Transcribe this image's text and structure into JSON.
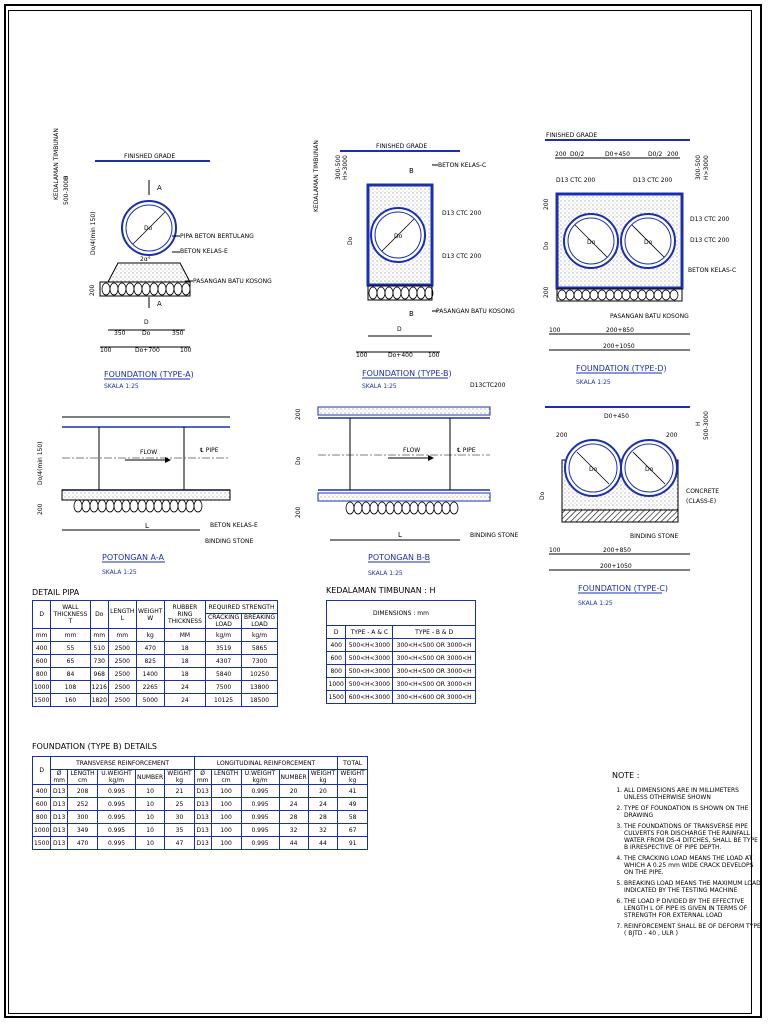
{
  "drawing": {
    "labels": {
      "finished_grade": "FINISHED GRADE",
      "kedalaman_timbunan": "KEDALAMAN TIMBUNAN",
      "h": "H",
      "h_range_a": "500-3000",
      "h_range_b1": "300-500",
      "h_range_b2": "H>3000",
      "do": "Do",
      "do_min": "Do/4(min 150)",
      "pipa_beton": "PIPA BETON BERTULANG",
      "beton_kelas_e": "BETON KELAS-E",
      "beton_kelas_c": "BETON KELAS-C",
      "pasangan": "PASANGAN BATU KOSONG",
      "d13_ctc": "D13 CTC 200",
      "d13_ctc_short": "D13CTC200",
      "flow": "FLOW",
      "pipe": "℄ PIPE",
      "l": "L",
      "binding": "BINDING STONE",
      "concrete": "CONCRETE",
      "class_e": "(CLASS-E)",
      "section_a": "A",
      "section_b": "B",
      "angle": "2α°",
      "d": "D",
      "dim_350": "350",
      "dim_100": "100",
      "dim_200": "200",
      "dim_do700": "Do+700",
      "dim_do400": "Do+400",
      "dim_do450": "D0+450",
      "dim_200_850": "200+850",
      "dim_200_1050": "200+1050",
      "dim_00_2": "D0/2"
    },
    "titles": {
      "type_a": "FOUNDATION (TYPE-A)",
      "type_b": "FOUNDATION (TYPE-B)",
      "type_d": "FOUNDATION (TYPE-D)",
      "type_c": "FOUNDATION (TYPE-C)",
      "pot_a": "POTONGAN A-A",
      "pot_b": "POTONGAN B-B",
      "skala": "SKALA 1:25"
    }
  },
  "detail_pipa": {
    "title": "DETAIL PIPA",
    "headers": [
      "D",
      "WALL THICKNESS T",
      "Do",
      "LENGTH L",
      "WEIGHT W",
      "RUBBER RING THICKNESS",
      "REQUIRED STRENGTH"
    ],
    "sub_headers": [
      "CRACKING LOAD",
      "BREAKING LOAD"
    ],
    "units": [
      "mm",
      "mm",
      "mm",
      "mm",
      "kg",
      "MM",
      "kg/m",
      "kg/m"
    ],
    "rows": [
      [
        "400",
        "55",
        "510",
        "2500",
        "470",
        "18",
        "3519",
        "5865"
      ],
      [
        "600",
        "65",
        "730",
        "2500",
        "825",
        "18",
        "4307",
        "7300"
      ],
      [
        "800",
        "84",
        "968",
        "2500",
        "1400",
        "18",
        "5840",
        "10250"
      ],
      [
        "1000",
        "108",
        "1216",
        "2500",
        "2265",
        "24",
        "7500",
        "13800"
      ],
      [
        "1500",
        "160",
        "1820",
        "2500",
        "5000",
        "24",
        "10125",
        "18500"
      ]
    ]
  },
  "kedalaman": {
    "title": "KEDALAMAN TIMBUNAN : H",
    "dimensions_header": "DIMENSIONS : mm",
    "headers": [
      "D",
      "TYPE - A & C",
      "TYPE - B & D"
    ],
    "rows": [
      [
        "400",
        "500<H<3000",
        "300<H<500 OR 3000<H"
      ],
      [
        "600",
        "500<H<3000",
        "300<H<500 OR 3000<H"
      ],
      [
        "800",
        "500<H<3000",
        "300<H<500 OR 3000<H"
      ],
      [
        "1000",
        "500<H<3000",
        "300<H<500 OR 3000<H"
      ],
      [
        "1500",
        "600<H<3000",
        "300<H<600 OR 3000<H"
      ]
    ]
  },
  "type_b": {
    "title": "FOUNDATION (TYPE B) DETAILS",
    "groups": [
      "D",
      "TRANSVERSE REINFORCEMENT",
      "LONGITUDINAL REINFORCEMENT",
      "TOTAL"
    ],
    "sub_headers": [
      "Ø mm",
      "LENGTH cm",
      "U.WEIGHT kg/m",
      "NUMBER",
      "WEIGHT kg",
      "Ø mm",
      "LENGTH cm",
      "U.WEIGHT kg/m",
      "NUMBER",
      "WEIGHT kg",
      "WEIGHT kg"
    ],
    "d_unit": "mm",
    "rows": [
      [
        "400",
        "D13",
        "208",
        "0.995",
        "10",
        "21",
        "D13",
        "100",
        "0.995",
        "20",
        "20",
        "41"
      ],
      [
        "600",
        "D13",
        "252",
        "0.995",
        "10",
        "25",
        "D13",
        "100",
        "0.995",
        "24",
        "24",
        "49"
      ],
      [
        "800",
        "D13",
        "300",
        "0.995",
        "10",
        "30",
        "D13",
        "100",
        "0.995",
        "28",
        "28",
        "58"
      ],
      [
        "1000",
        "D13",
        "349",
        "0.995",
        "10",
        "35",
        "D13",
        "100",
        "0.995",
        "32",
        "32",
        "67"
      ],
      [
        "1500",
        "D13",
        "470",
        "0.995",
        "10",
        "47",
        "D13",
        "100",
        "0.995",
        "44",
        "44",
        "91"
      ]
    ]
  },
  "notes": {
    "title": "NOTE :",
    "items": [
      "ALL DIMENSIONS ARE IN MILLIMETERS UNLESS OTHERWISE SHOWN",
      "TYPE OF FOUNDATION IS SHOWN ON THE DRAWING",
      "THE FOUNDATIONS OF TRANSVERSE PIPE CULVERTS FOR DISCHARGE THE RAINFALL WATER FROM DS-4 DITCHES, SHALL BE TYPE B IRRESPECTIVE OF PIPE DEPTH.",
      "THE CRACKING LOAD MEANS THE LOAD AT WHICH A 0.25 mm WIDE CRACK DEVELOPS ON THE PIPE.",
      "BREAKING LOAD MEANS THE MAXIMUM LOAD INDICATED BY THE TESTING MACHINE",
      "THE LOAD P DIVIDED BY THE EFFECTIVE LENGTH L OF PIPE IS GIVEN IN TERMS OF STRENGTH FOR EXTERNAL LOAD",
      "REINFORCEMENT SHALL BE OF DEFORM TYPE ( BJTD - 40 , ULR )"
    ]
  }
}
